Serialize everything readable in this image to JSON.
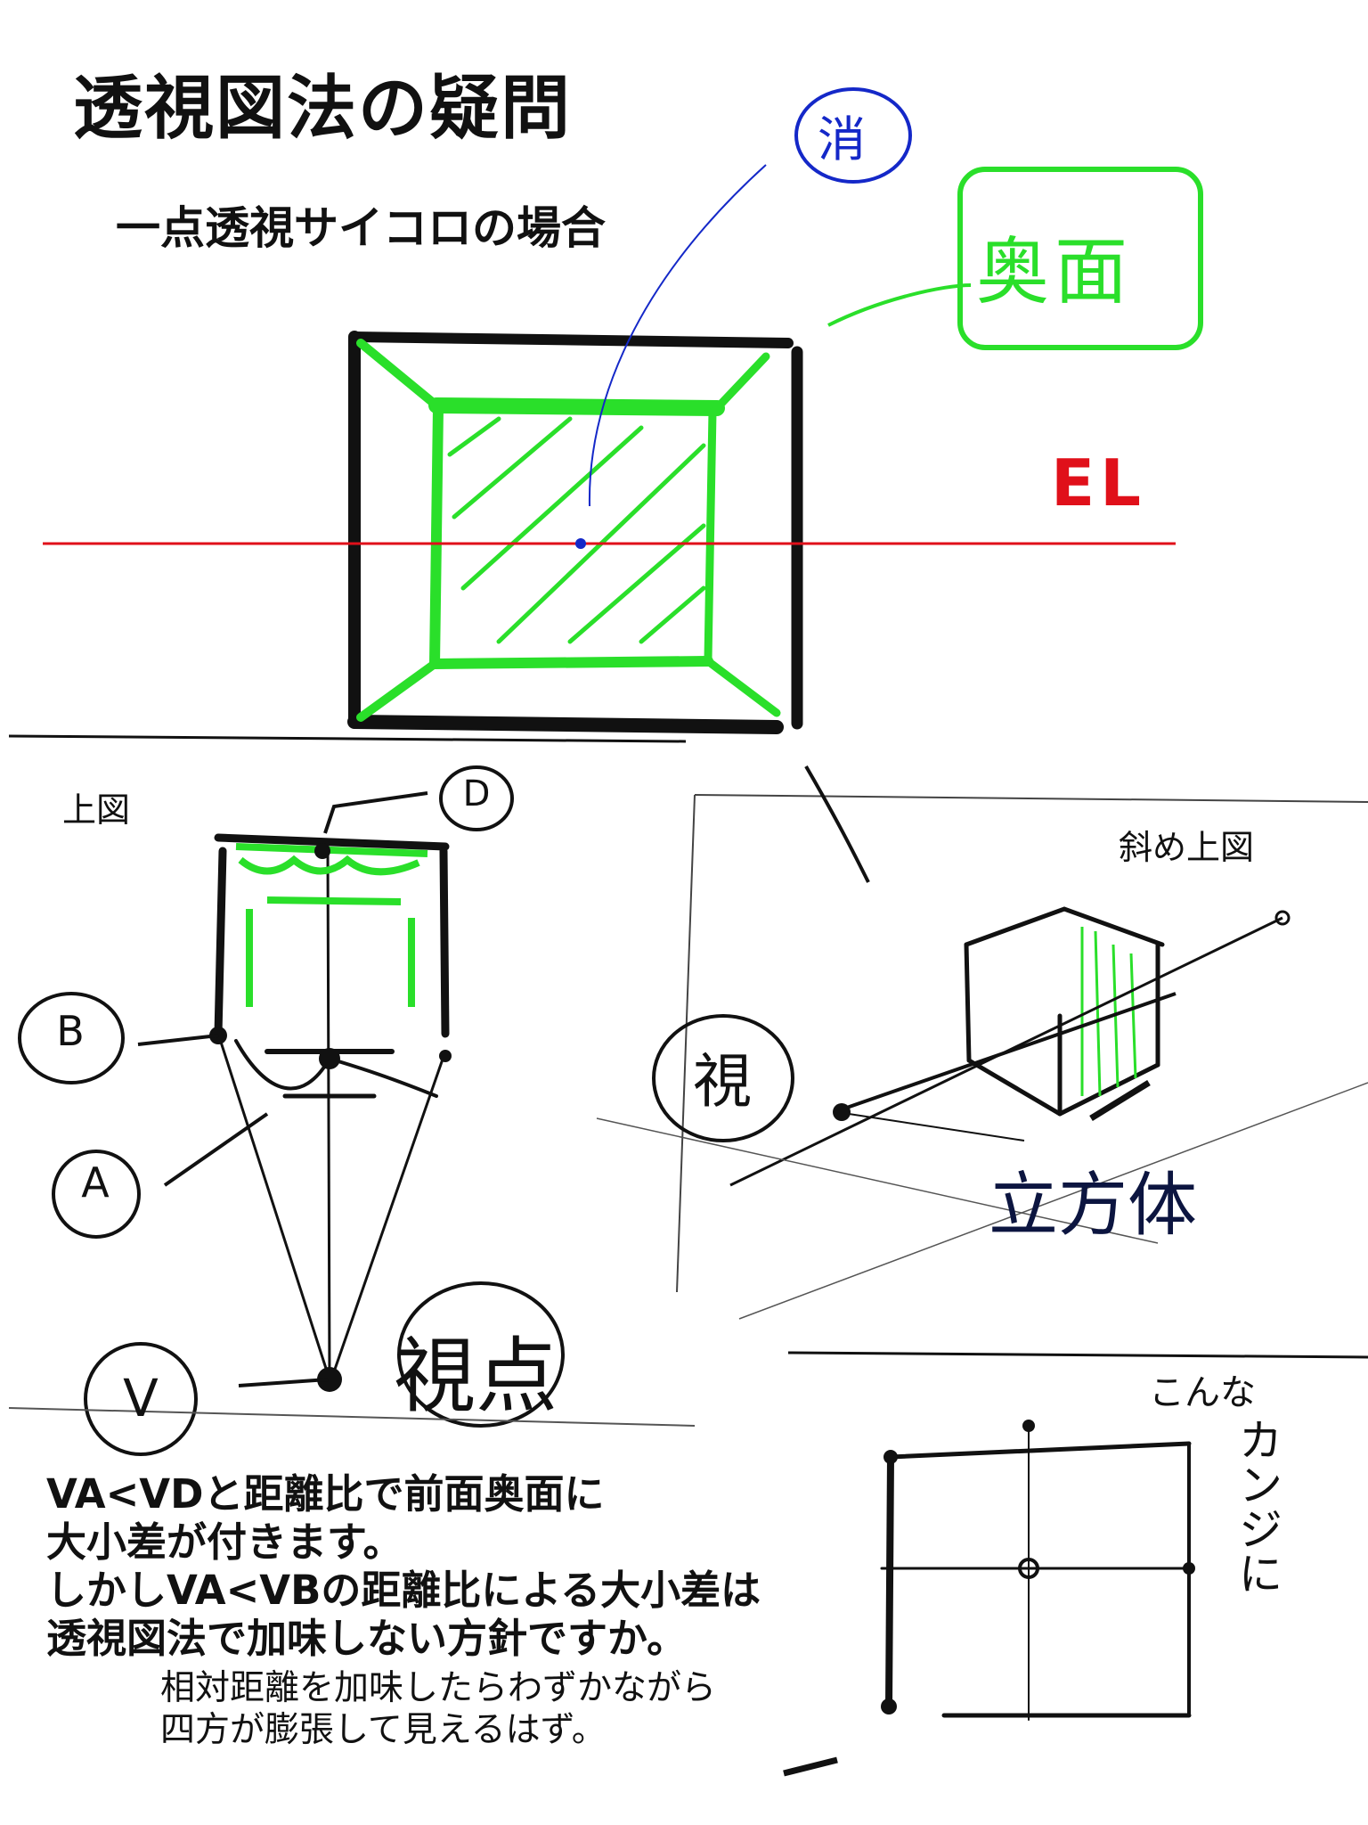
{
  "title": "透視図法の疑問",
  "subtitle": "一点透視サイコロの場合",
  "labels": {
    "top_view": "上図",
    "diagonal_view": "斜め上図"
  },
  "handwritten": {
    "eye_level": "EL",
    "vanishing": "消",
    "back_face": "奥面",
    "three_d": "立方体",
    "view": "視",
    "viewpoint": "視点",
    "like_this_1": "こんな",
    "like_this_2": "カンジに"
  },
  "point_labels": {
    "A": "A",
    "B": "B",
    "D": "D",
    "V": "V"
  },
  "question_lines": [
    "VA<VDと距離比で前面奥面に",
    "大小差が付きます。",
    "しかしVA<VBの距離比による大小差は",
    "透視図法で加味しない方針ですか。"
  ],
  "note_lines": [
    "相対距離を加味したらわずかながら",
    "四方が膨張して見えるはず。"
  ],
  "colors": {
    "ink": "#111111",
    "eye_level": "#e0101a",
    "vanishing_point": "#1428c8",
    "back_face": "#2adf2a",
    "cube_3d_note": "#0c1540"
  }
}
